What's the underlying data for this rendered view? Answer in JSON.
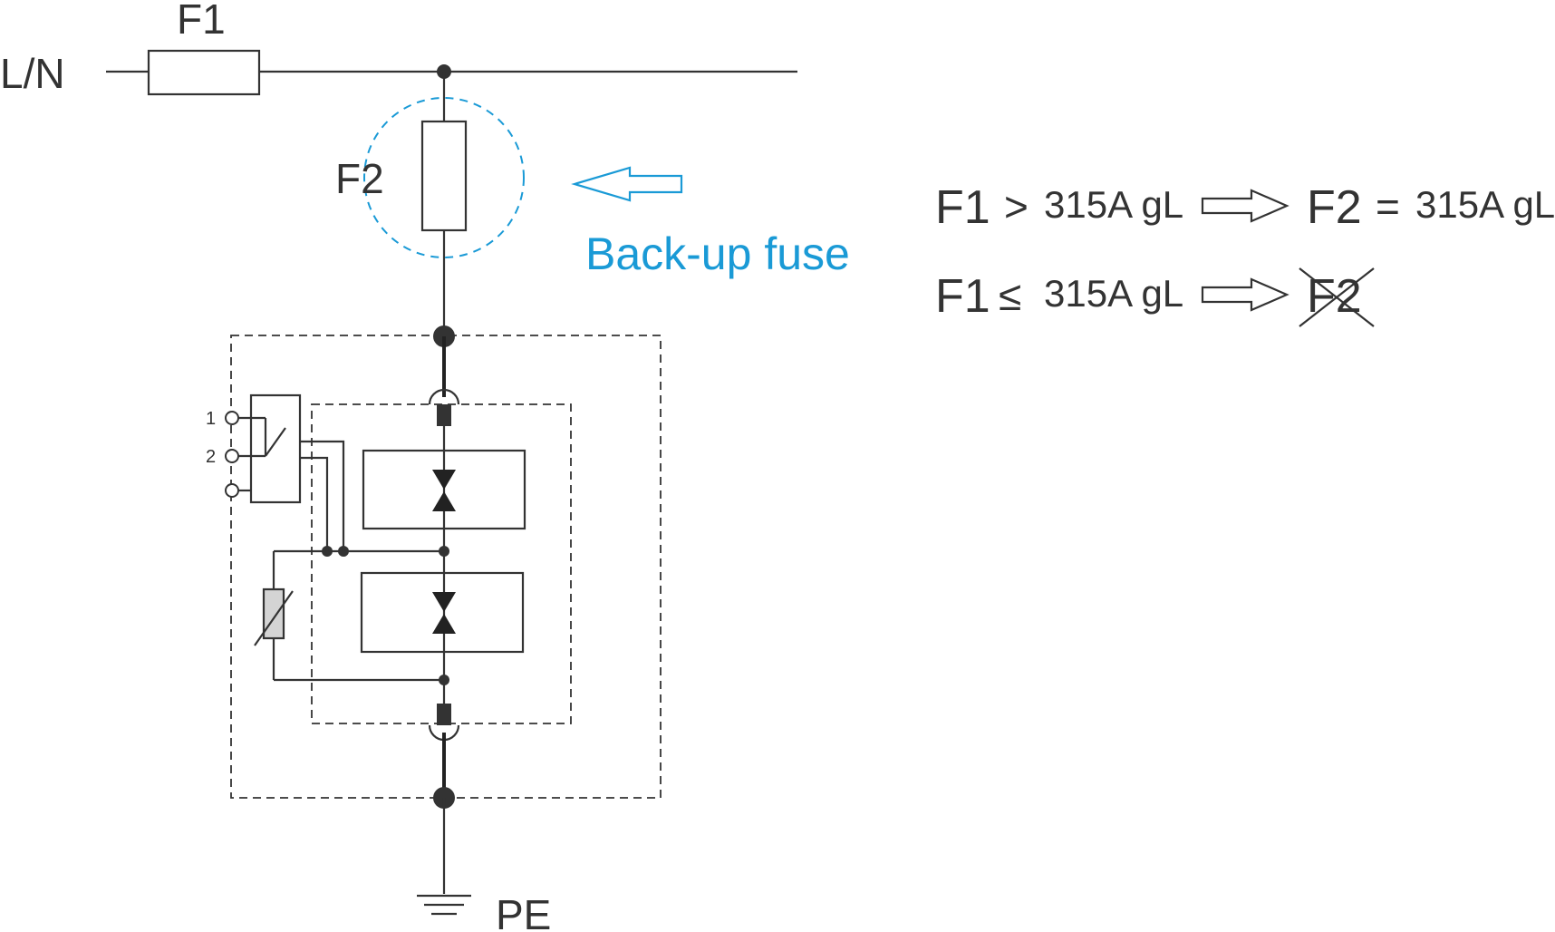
{
  "labels": {
    "line": "L/N",
    "fuse1": "F1",
    "fuse2": "F2",
    "earth": "PE",
    "backup": "Back-up fuse",
    "contact1": "1",
    "contact2": "2"
  },
  "rules": [
    {
      "lhs": "F1",
      "op": ">",
      "rating": "315A gL",
      "rhs": "F2",
      "rhs_op": "=",
      "rhs_rating": "315A gL",
      "rhs_crossed": false
    },
    {
      "lhs": "F1",
      "op": "≤",
      "rating": "315A gL",
      "rhs": "F2",
      "rhs_op": "",
      "rhs_rating": "",
      "rhs_crossed": true
    }
  ],
  "colors": {
    "line": "#333333",
    "accent": "#1a9ad6",
    "component_fill": "#d4d4d4"
  }
}
